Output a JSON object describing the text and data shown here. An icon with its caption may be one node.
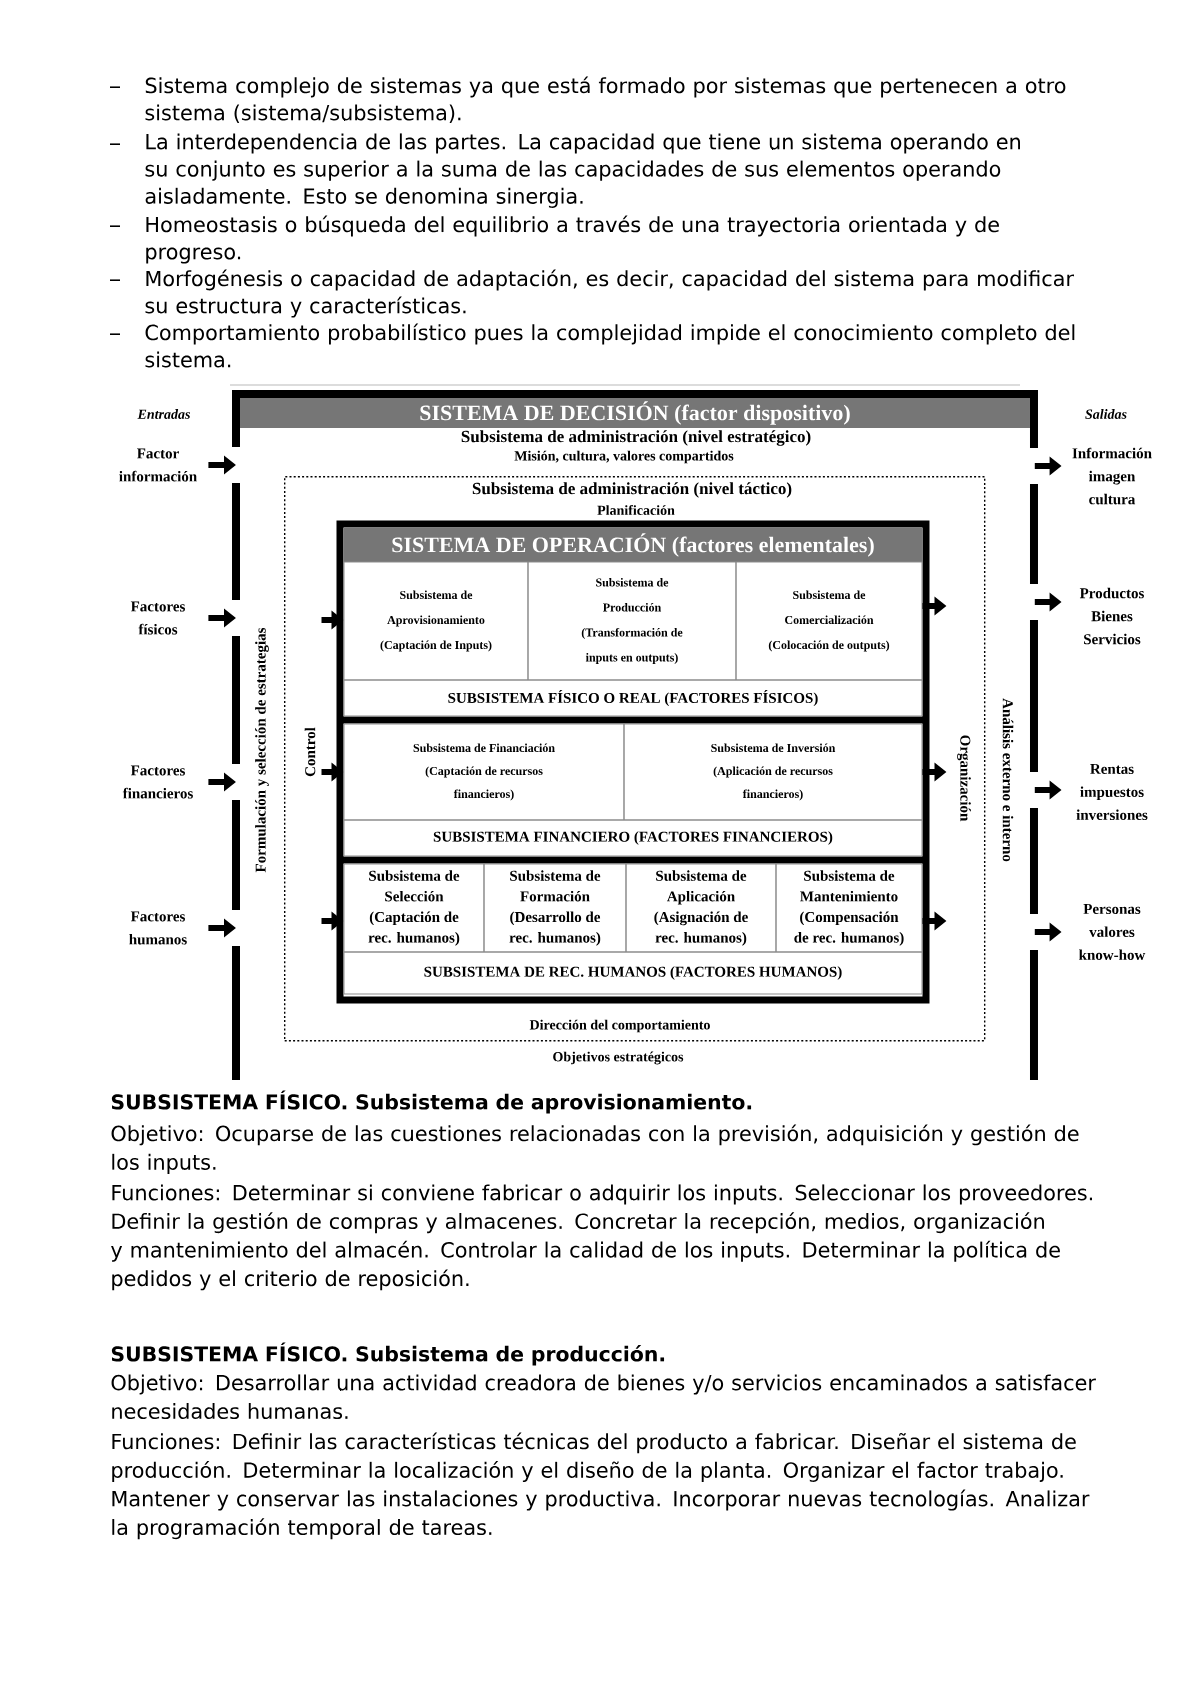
{
  "diagram": {
    "nodes": [
      {
        "text": [
          "Factor información"
        ]
      },
      {
        "text": [
          "Factores físicos"
        ]
      },
      {
        "text": [
          "Factores financieros"
        ]
      },
      {
        "text": [
          "Factores humanos"
        ]
      },
      {
        "text": [
          "SISTEMA DE DECISIÓN (factor dispositivo)",
          "Subsistema de administración (nivel estratégico)",
          "Misión, cultura, valores compartidos",
          "Formulación y selección de estrategias",
          "Análisis externo e interno",
          "Objetivos estratégicos"
        ]
      },
      {
        "text": [
          "Subsistema de administración (nivel táctico)",
          "Planificación",
          "Control",
          "Organización",
          "Dirección del comportamiento"
        ],
        "in": 4
      },
      {
        "text": [
          "SISTEMA DE OPERACIÓN (factores elementales)"
        ],
        "in": 5
      },
      {
        "text": [
          "Subsistema de Aprovisionamiento",
          "(Captación de Inputs)"
        ],
        "in": 6
      },
      {
        "text": [
          "Subsistema de Producción",
          "(Transformación de inputs en outputs)"
        ],
        "in": 6
      },
      {
        "text": [
          "Subsistema de Comercialización",
          "(Colocación de outputs)"
        ],
        "in": 6
      },
      {
        "text": [
          "SUBSISTEMA FÍSICO O REAL (FACTORES FÍSICOS)"
        ],
        "in": 6
      },
      {
        "text": [
          "Subsistema de Financiación",
          "(Captación de recursos financieros)"
        ],
        "in": 6
      },
      {
        "text": [
          "Subsistema de Inversión",
          "(Aplicación de recursos financieros)"
        ],
        "in": 6
      },
      {
        "text": [
          "SUBSISTEMA FINANCIERO (FACTORES FINANCIEROS)"
        ],
        "in": 6
      },
      {
        "text": [
          "Subsistema de Selección",
          "(Captación de rec. humanos)"
        ],
        "in": 6
      },
      {
        "text": [
          "Subsistema de Formación",
          "(Desarrollo de rec. humanos)"
        ],
        "in": 6
      },
      {
        "text": [
          "Subsistema de Aplicación",
          "(Asignación de rec. humanos)"
        ],
        "in": 6
      },
      {
        "text": [
          "Subsistema de Mantenimiento",
          "(Compensación de rec. humanos)"
        ],
        "in": 6
      },
      {
        "text": [
          "SUBSISTEMA DE REC. HUMANOS (FACTORES HUMANOS)"
        ],
        "in": 6
      },
      {
        "text": [
          "Información imagen cultura"
        ]
      },
      {
        "text": [
          "Productos Bienes Servicios"
        ]
      },
      {
        "text": [
          "Rentas impuestos inversiones"
        ]
      },
      {
        "text": [
          "Personas valores know-how"
        ]
      }
    ],
    "edges": [
      {
        "from": 0,
        "to": 4,
        "arrow": "to"
      },
      {
        "from": 1,
        "to": 4,
        "arrow": "to"
      },
      {
        "from": 2,
        "to": 4,
        "arrow": "to"
      },
      {
        "from": 3,
        "to": 4,
        "arrow": "to"
      },
      {
        "from": 4,
        "to": 19,
        "arrow": "to"
      },
      {
        "from": 4,
        "to": 20,
        "arrow": "to"
      },
      {
        "from": 4,
        "to": 21,
        "arrow": "to"
      },
      {
        "from": 4,
        "to": 22,
        "arrow": "to"
      },
      {
        "from": null,
        "to": 7,
        "arrow": "to"
      },
      {
        "from": null,
        "to": 11,
        "arrow": "to"
      },
      {
        "from": null,
        "to": 14,
        "arrow": "to"
      },
      {
        "from": 9,
        "to": null,
        "arrow": "to"
      },
      {
        "from": 12,
        "to": null,
        "arrow": "to"
      },
      {
        "from": 17,
        "to": null,
        "arrow": "to"
      }
    ],
    "labels": [
      "Sistema complejo de sistemas ya que está formado por sistemas que pertenecen a otro sistema (sistema/subsistema).",
      "La interdependencia de las partes. La capacidad que tiene un sistema operando en su conjunto es superior a la suma de las capacidades de sus elementos operando aisladamente. Esto se denomina sinergia.",
      "Homeostasis o búsqueda del equilibrio a través de una trayectoria orientada y de progreso.",
      "Morfogénesis o capacidad de adaptación, es decir, capacidad del sistema para modificar su estructura y características.",
      "Comportamiento probabilístico pues la complejidad impide el conocimiento completo del sistema.",
      "Entradas",
      "Salidas",
      "SUBSISTEMA FÍSICO. Subsistema de aprovisionamiento.",
      "Objetivo: Ocuparse de las cuestiones relacionadas con la previsión, adquisición y gestión de los inputs.",
      "Funciones: Determinar si conviene fabricar o adquirir los inputs. Seleccionar los proveedores. Definir la gestión de compras y almacenes. Concretar la recepción, medios, organización y mantenimiento del almacén. Controlar la calidad de los inputs. Determinar la política de pedidos y el criterio de reposición.",
      "SUBSISTEMA FÍSICO. Subsistema de producción.",
      "Objetivo: Desarrollar una actividad creadora de bienes y/o servicios encaminados a satisfacer necesidades humanas.",
      "Funciones: Definir las características técnicas del producto a fabricar. Diseñar el sistema de producción. Determinar la localización y el diseño de la planta. Organizar el factor trabajo. Mantener y conservar las instalaciones y productiva. Incorporar nuevas tecnologías. Analizar la programación temporal de tareas."
    ]
  }
}
